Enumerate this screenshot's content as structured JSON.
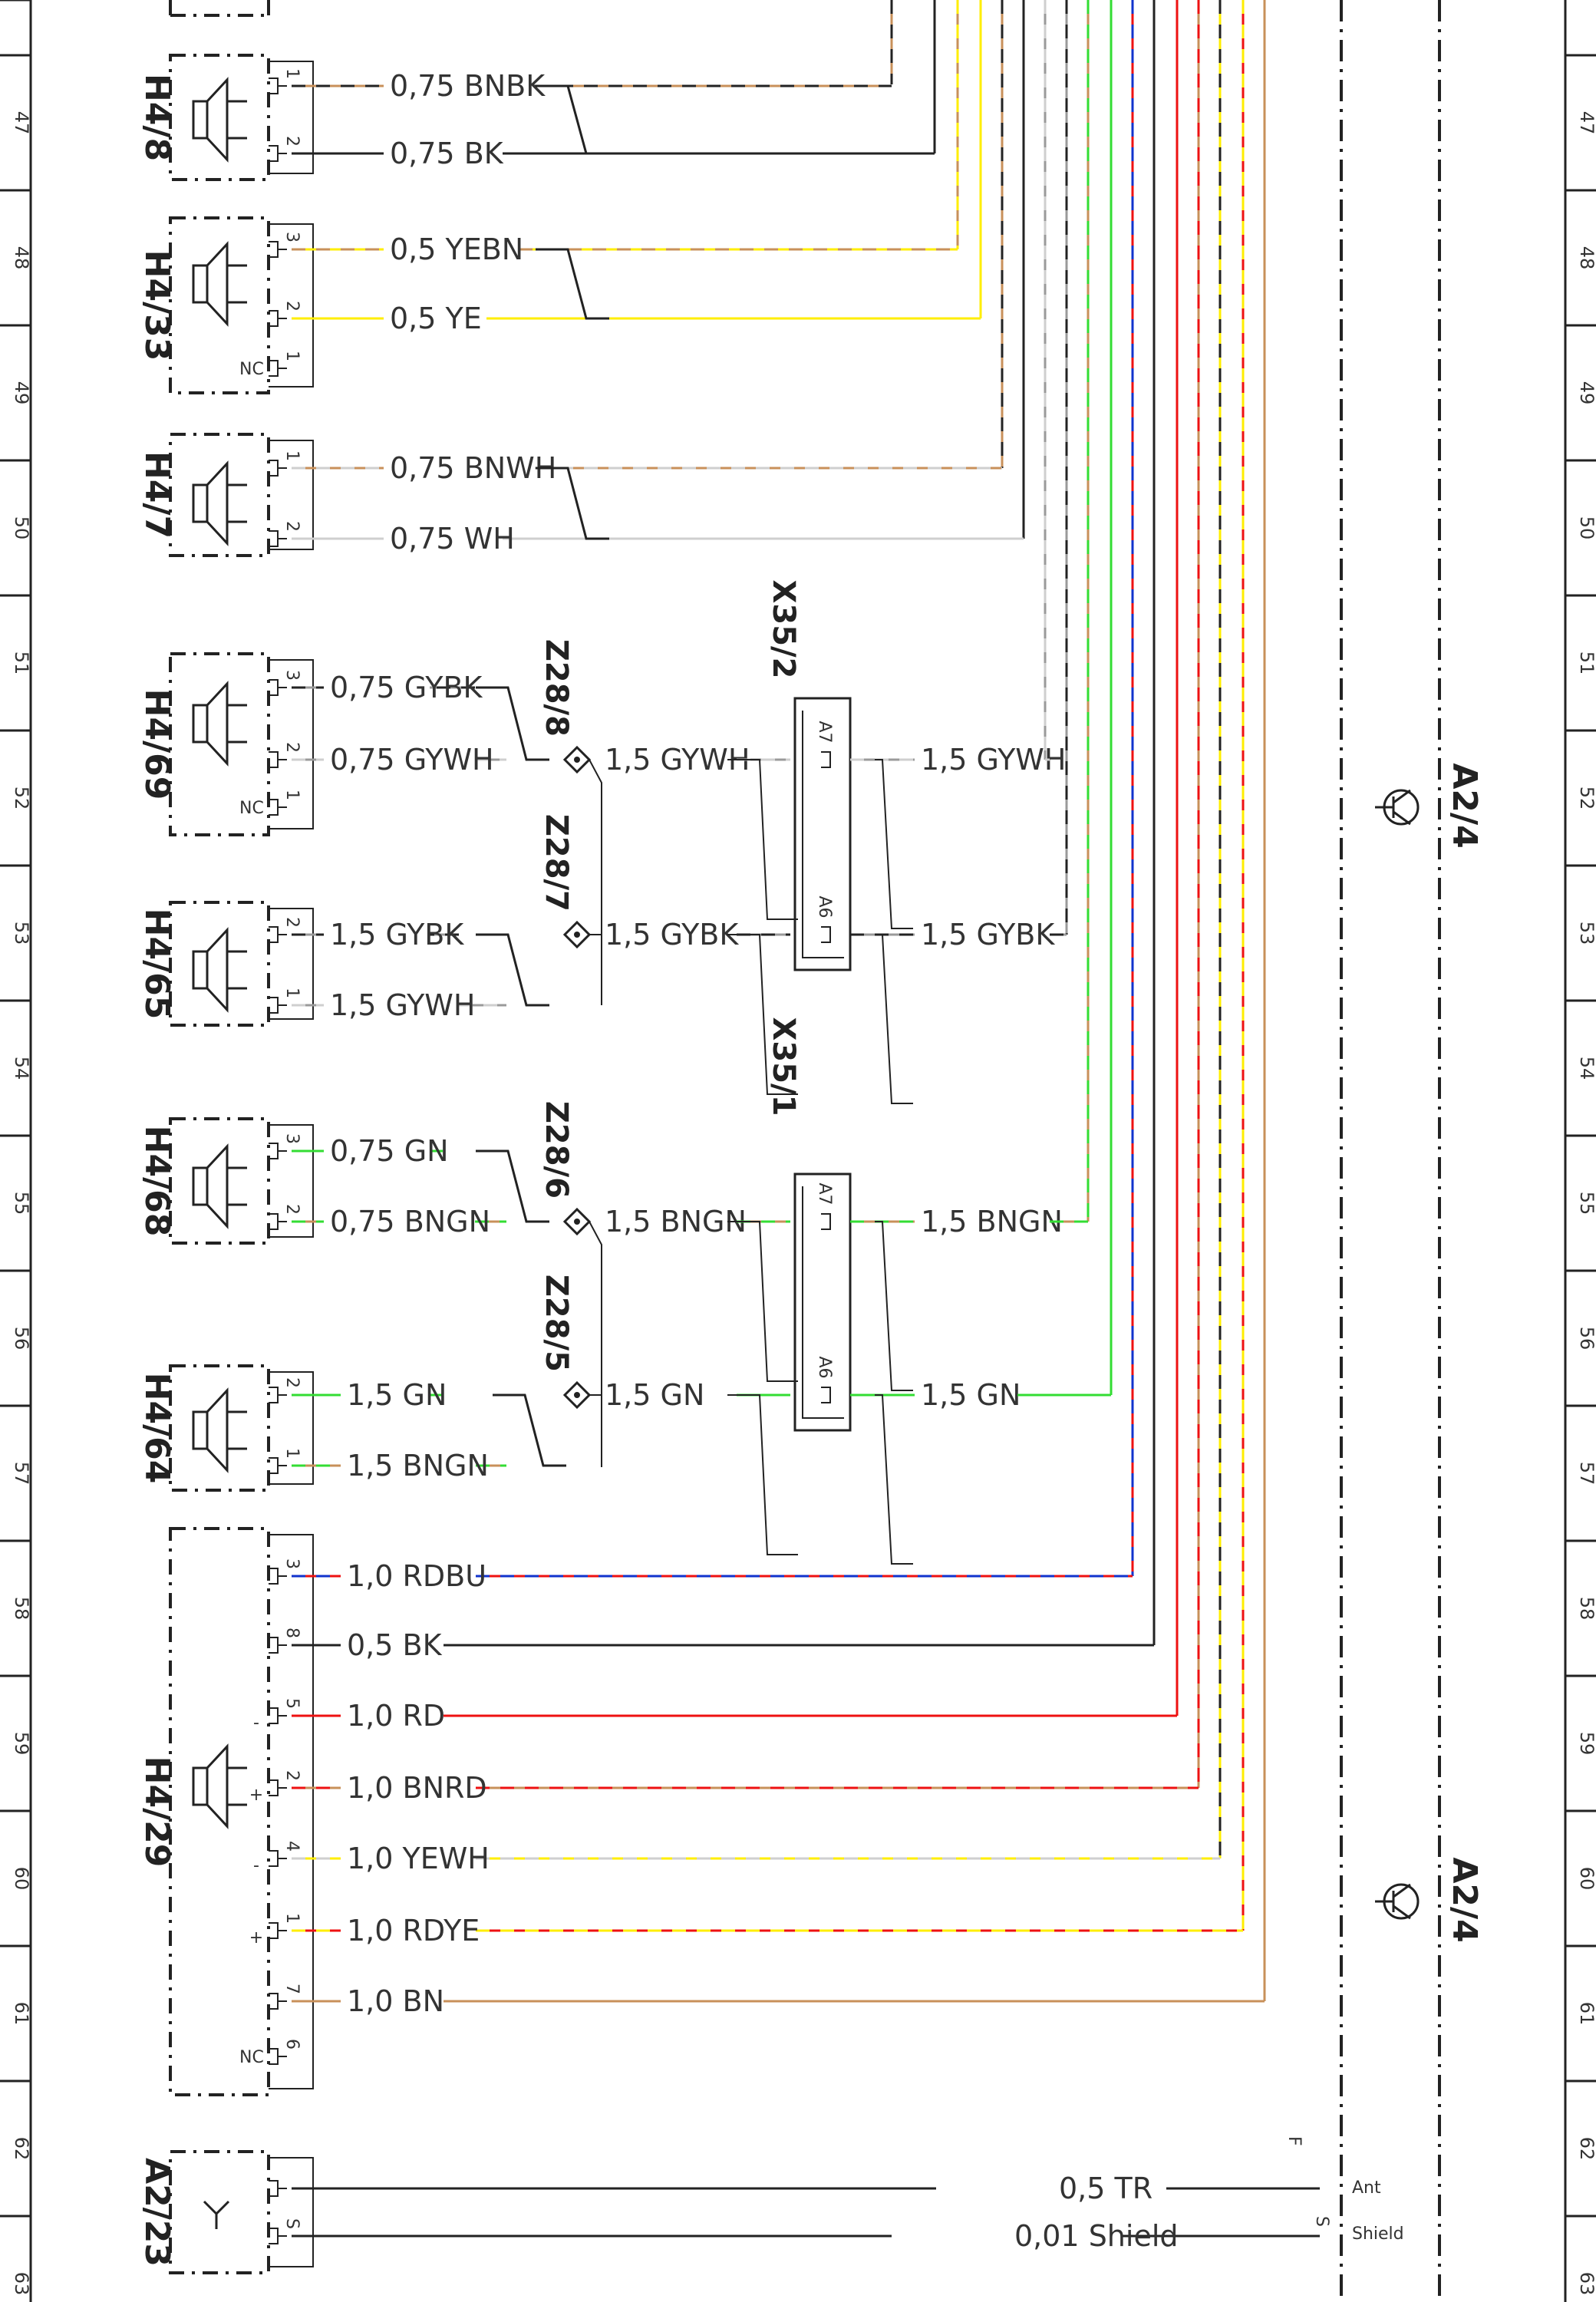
{
  "row_numbers": [
    "47",
    "48",
    "49",
    "50",
    "51",
    "52",
    "53",
    "54",
    "55",
    "56",
    "57",
    "58",
    "59",
    "60",
    "61",
    "62",
    "63"
  ],
  "colors": {
    "BN": "#c8905a",
    "BK": "#222222",
    "YE": "#ffee00",
    "WH": "#cfcfcf",
    "GY": "#9a9a9a",
    "GN": "#33dd33",
    "RD": "#ee1111",
    "BU": "#1133cc",
    "frame": "#222222"
  },
  "devices": [
    {
      "name": "H4/8",
      "pins": [
        "1",
        "2"
      ],
      "wires": [
        "0,75 BNBK",
        "0,75 BK"
      ]
    },
    {
      "name": "H4/33",
      "pins": [
        "3",
        "2",
        "1"
      ],
      "wires": [
        "0,5 YEBN",
        "0,5 YE"
      ],
      "nc": "NC"
    },
    {
      "name": "H4/7",
      "pins": [
        "1",
        "2"
      ],
      "wires": [
        "0,75 BNWH",
        "0,75 WH"
      ]
    },
    {
      "name": "H4/69",
      "pins": [
        "3",
        "2",
        "1"
      ],
      "wires": [
        "0,75 GYBK",
        "0,75 GYWH"
      ],
      "nc": "NC"
    },
    {
      "name": "H4/65",
      "pins": [
        "2",
        "1"
      ],
      "wires": [
        "1,5 GYBK",
        "1,5 GYWH"
      ]
    },
    {
      "name": "H4/68",
      "pins": [
        "3",
        "2"
      ],
      "wires": [
        "0,75 GN",
        "0,75 BNGN"
      ]
    },
    {
      "name": "H4/64",
      "pins": [
        "2",
        "1"
      ],
      "wires": [
        "1,5 GN",
        "1,5 BNGN"
      ]
    },
    {
      "name": "H4/29",
      "pins": [
        "3",
        "8",
        "5",
        "2",
        "4",
        "1",
        "7",
        "6"
      ],
      "signs": [
        "-",
        "+",
        "-",
        "+"
      ],
      "wires": [
        "1,0 RDBU",
        "0,5 BK",
        "1,0 RD",
        "1,0 BNRD",
        "1,0 YEWH",
        "1,0 RDYE",
        "1,0 BN"
      ],
      "nc": "NC"
    },
    {
      "name": "A2/23",
      "pins": [
        "",
        "S"
      ],
      "wires": [
        "0,5 TR",
        "0,01 Shield"
      ]
    }
  ],
  "splices": [
    "Z28/8",
    "Z28/7",
    "Z28/6",
    "Z28/5"
  ],
  "splice_labels": [
    "1,5 GYWH",
    "1,5 GYBK",
    "1,5 BNGN",
    "1,5 GN"
  ],
  "connectors": [
    {
      "name": "X35/2",
      "pins": [
        "A7",
        "A6"
      ],
      "right_labels": [
        "1,5 GYWH",
        "1,5 GYBK"
      ]
    },
    {
      "name": "X35/1",
      "pins": [
        "A7",
        "A6"
      ],
      "right_labels": [
        "1,5 BNGN",
        "1,5 GN"
      ]
    }
  ],
  "module": {
    "name": "A2/4",
    "pins": [
      "Ant",
      "Shield"
    ],
    "fuse_letter": "F",
    "s_pin": "S"
  }
}
